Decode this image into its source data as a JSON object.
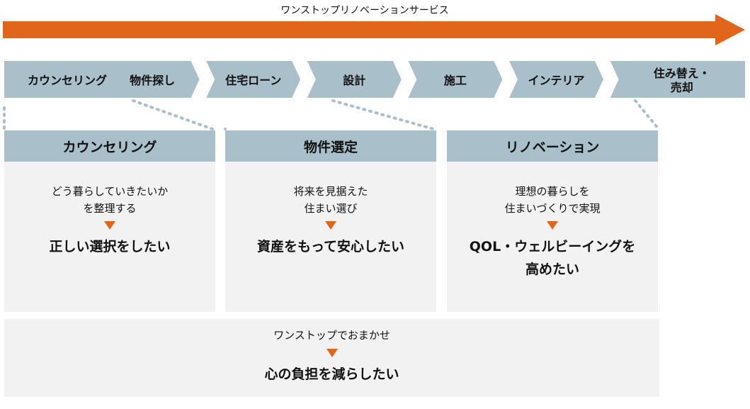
{
  "header": {
    "title": "ワンストップリノベーションサービス"
  },
  "colors": {
    "accent": "#e0661c",
    "chevron": "#a9bfca",
    "card_bg": "#f2f2f2",
    "dots": "#a9bfca"
  },
  "steps": [
    {
      "label": "カウンセリング"
    },
    {
      "label": "物件探し"
    },
    {
      "label": "住宅ローン"
    },
    {
      "label": "設計"
    },
    {
      "label": "施工"
    },
    {
      "label": "インテリア"
    },
    {
      "label": "住み替え・\n売却"
    }
  ],
  "cards": [
    {
      "heading": "カウンセリング",
      "description": "どう暮らしていきたいか\nを整理する",
      "goal": "正しい選択をしたい"
    },
    {
      "heading": "物件選定",
      "description": "将来を見据えた\n住まい選び",
      "goal": "資産をもって安心したい"
    },
    {
      "heading": "リノベーション",
      "description": "理想の暮らしを\n住まいづくりで実現",
      "goal": "QOL・ウェルビーイングを\n高めたい"
    }
  ],
  "summary": {
    "description": "ワンストップでおまかせ",
    "goal": "心の負担を減らしたい"
  }
}
